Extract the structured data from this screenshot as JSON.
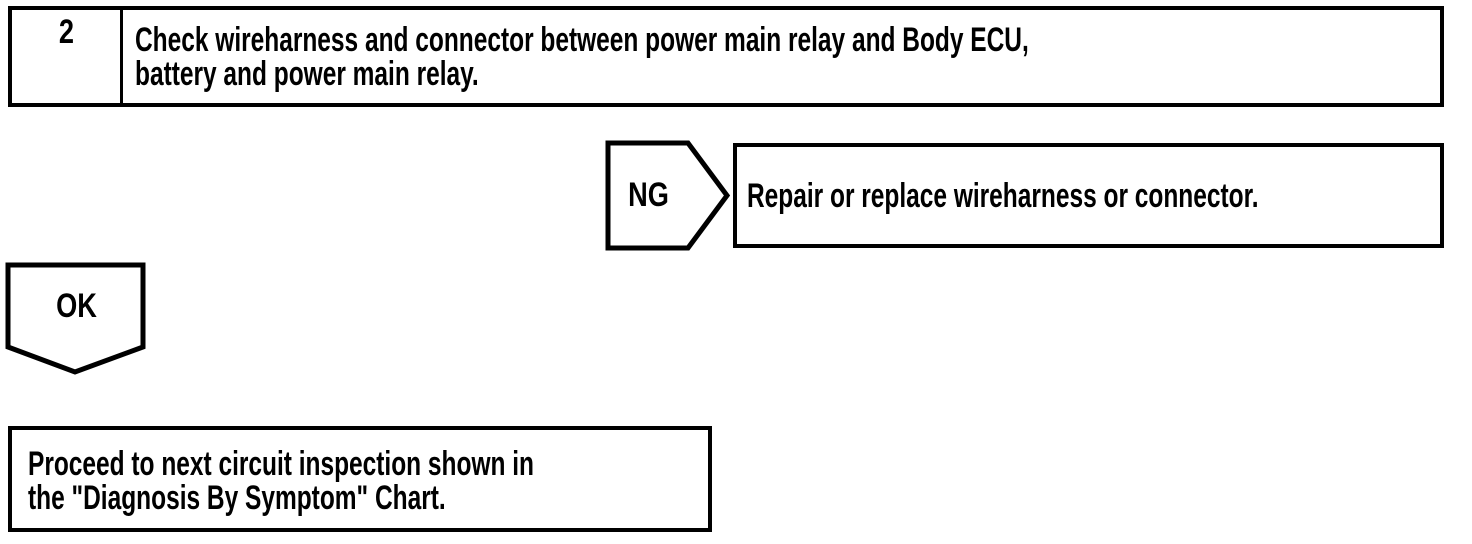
{
  "flowchart": {
    "step": {
      "number": "2",
      "instruction": "Check wireharness and connector between power main relay and Body ECU, battery and power main relay.",
      "instruction_lines": [
        "Check wireharness and connector between power main relay and Body ECU,",
        "battery and power main relay."
      ]
    },
    "ng_branch": {
      "label": "NG",
      "action": "Repair or replace wireharness or connector."
    },
    "ok_branch": {
      "label": "OK",
      "action": "Proceed to next circuit inspection shown in the \"Diagnosis By Symptom\" Chart.",
      "action_lines": [
        "Proceed to next circuit inspection shown in",
        "the \"Diagnosis By Symptom\" Chart."
      ]
    },
    "colors": {
      "line": "#000000",
      "background": "#ffffff"
    }
  }
}
